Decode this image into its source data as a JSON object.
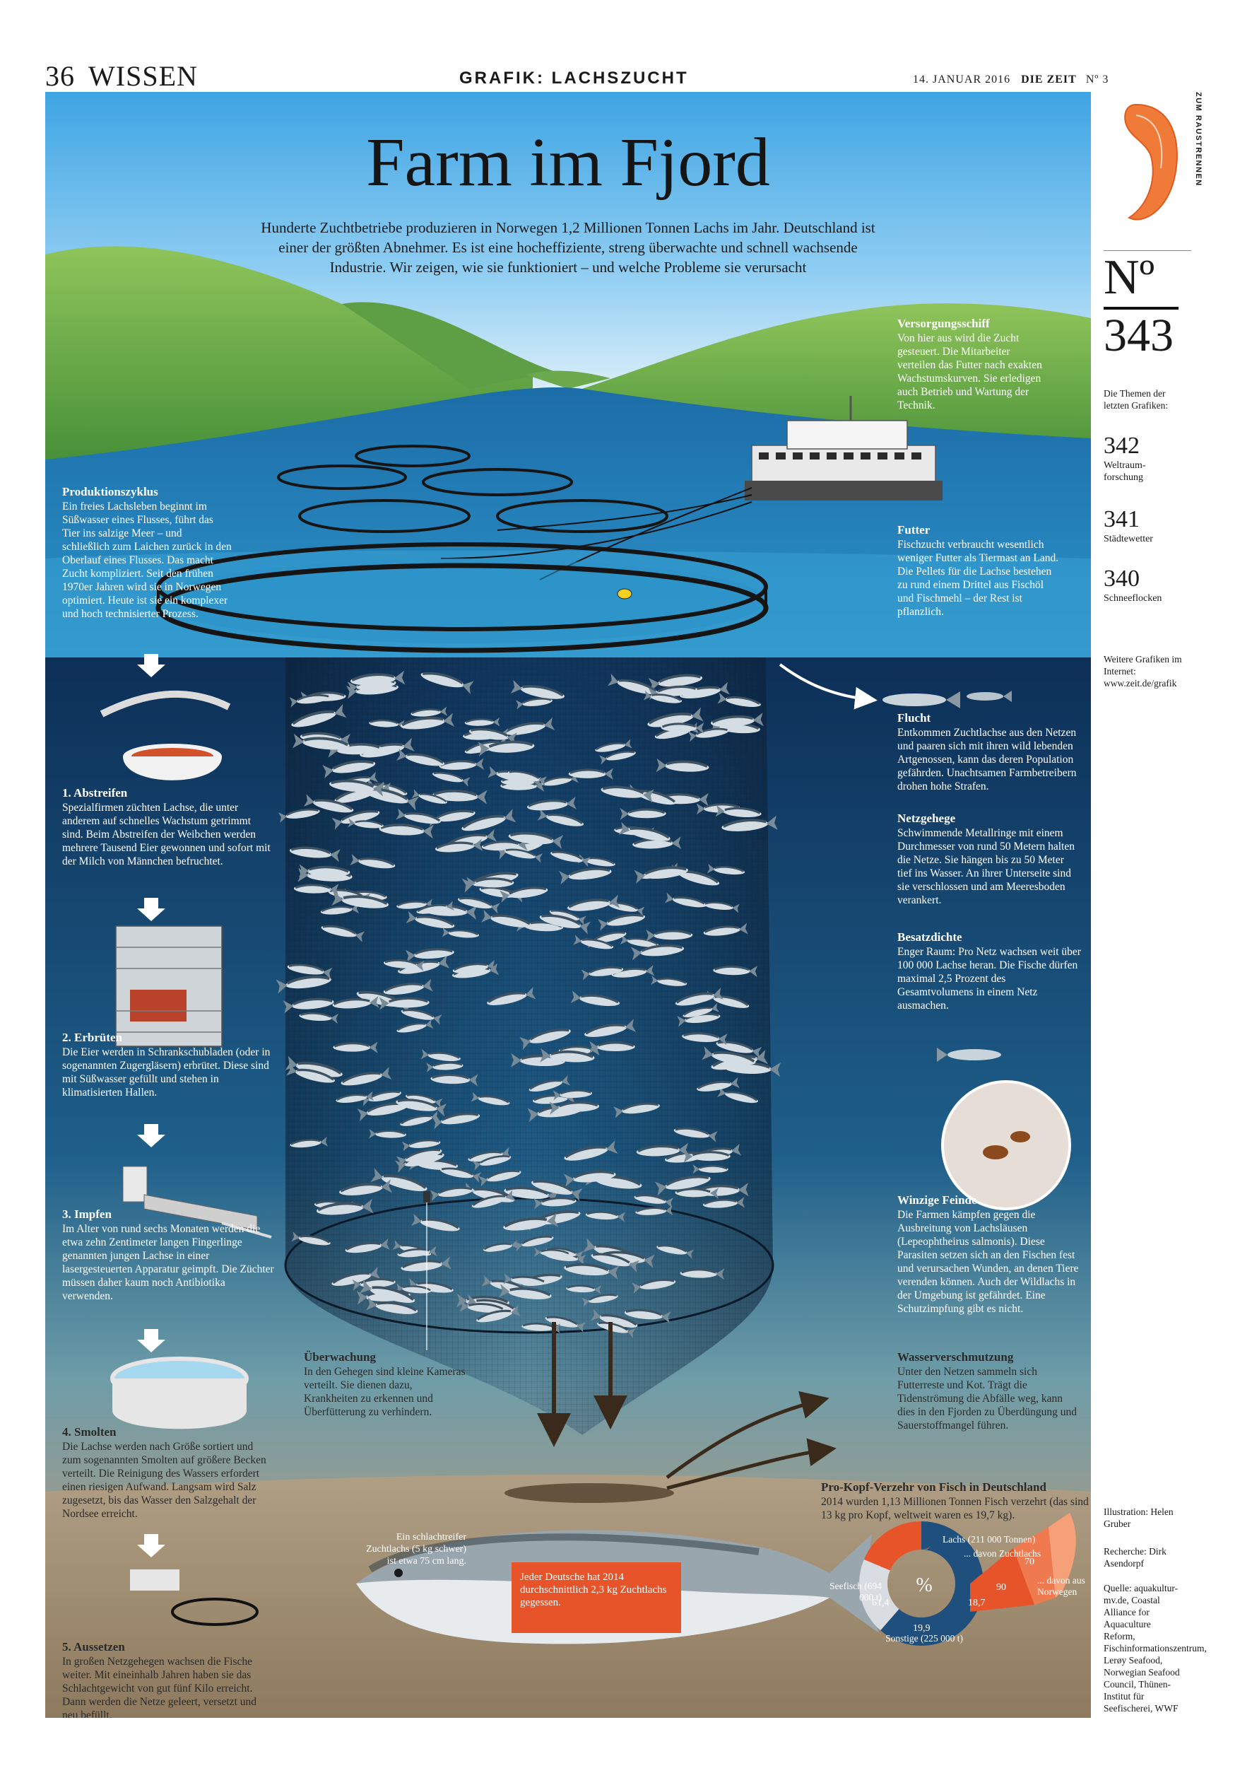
{
  "header": {
    "page": "36",
    "section": "WISSEN",
    "category": "GRAFIK: LACHSZUCHT",
    "date": "14. JANUAR 2016",
    "publication": "DIE ZEIT",
    "issue": "Nº 3"
  },
  "title": "Farm im Fjord",
  "intro": "Hunderte Zuchtbetriebe produzieren in Norwegen 1,2 Millionen Tonnen Lachs im Jahr. Deutschland ist einer der größten Abnehmer. Es ist eine hocheffiziente, streng überwachte und schnell wachsende Industrie. Wir zeigen, wie sie funktioniert – und welche Probleme sie verursacht",
  "sections": {
    "versorgung": {
      "title": "Versorgungsschiff",
      "text": "Von hier aus wird die Zucht gesteuert. Die Mitarbeiter verteilen das Futter nach exakten Wachstumskurven. Sie erledigen auch Betrieb und Wartung der Technik."
    },
    "futter": {
      "title": "Futter",
      "text": "Fischzucht verbraucht wesentlich weniger Futter als Tiermast an Land. Die Pellets für die Lachse bestehen zu rund einem Drittel aus Fischöl und Fischmehl – der Rest ist pflanzlich."
    },
    "produktion": {
      "title": "Produktionszyklus",
      "text": "Ein freies Lachsleben beginnt im Süßwasser eines Flusses, führt das Tier ins salzige Meer – und schließlich zum Laichen zurück in den Oberlauf eines Flusses. Das macht Zucht kompliziert. Seit den frühen 1970er Jahren wird sie in Norwegen optimiert. Heute ist sie ein komplexer und hoch technisierter Prozess."
    },
    "flucht": {
      "title": "Flucht",
      "text": "Entkommen Zuchtlachse aus den Netzen und paaren sich mit ihren wild lebenden Artgenossen, kann das deren Population gefährden. Unachtsamen Farmbetreibern drohen hohe Strafen."
    },
    "netz": {
      "title": "Netzgehege",
      "text": "Schwimmende Metallringe mit einem Durchmesser von rund 50 Metern halten die Netze. Sie hängen bis zu 50 Meter tief ins Wasser. An ihrer Unterseite sind sie verschlossen und am Meeresboden verankert."
    },
    "dichte": {
      "title": "Besatzdichte",
      "text": "Enger Raum: Pro Netz wachsen weit über 100 000 Lachse heran. Die Fische dürfen maximal 2,5 Prozent des Gesamtvolumens in einem Netz ausmachen."
    },
    "feinde": {
      "title": "Winzige Feinde",
      "text": "Die Farmen kämpfen gegen die Ausbreitung von Lachsläusen (Lepeophtheirus salmonis). Diese Parasiten setzen sich an den Fischen fest und verursachen Wunden, an denen Tiere verenden können. Auch der Wildlachs in der Umgebung ist gefährdet. Eine Schutzimpfung gibt es nicht."
    },
    "ueberwachung": {
      "title": "Überwachung",
      "text": "In den Gehegen sind kleine Kameras verteilt. Sie dienen dazu, Krankheiten zu erkennen und Überfütterung zu verhindern."
    },
    "wasser": {
      "title": "Wasserverschmutzung",
      "text": "Unter den Netzen sammeln sich Futterreste und Kot. Trägt die Tidenströmung die Abfälle weg, kann dies in den Fjorden zu Überdüngung und Sauerstoffmangel führen."
    }
  },
  "steps": [
    {
      "title": "1. Abstreifen",
      "text": "Spezialfirmen züchten Lachse, die unter anderem auf schnelles Wachstum getrimmt sind. Beim Abstreifen der Weibchen werden mehrere Tausend Eier gewonnen und sofort mit der Milch von Männchen befruchtet."
    },
    {
      "title": "2. Erbrüten",
      "text": "Die Eier werden in Schrankschubladen (oder in sogenannten Zugergläsern) erbrütet. Diese sind mit Süßwasser gefüllt und stehen in klimatisierten Hallen."
    },
    {
      "title": "3. Impfen",
      "text": "Im Alter von rund sechs Monaten werden die etwa zehn Zentimeter langen Fingerlinge genannten jungen Lachse in einer lasergesteuerten Apparatur geimpft. Die Züchter müssen daher kaum noch Antibiotika verwenden."
    },
    {
      "title": "4. Smolten",
      "text": "Die Lachse werden nach Größe sortiert und zum sogenannten Smolten auf größere Becken verteilt. Die Reinigung des Wassers erfordert einen riesigen Aufwand. Langsam wird Salz zugesetzt, bis das Wasser den Salzgehalt der Nordsee erreicht."
    },
    {
      "title": "5. Aussetzen",
      "text": "In großen Netzgehegen wachsen die Fische weiter. Mit eineinhalb Jahren haben sie das Schlachtgewicht von gut fünf Kilo erreicht. Dann werden die Netze geleert, versetzt und neu befüllt."
    }
  ],
  "salmon": {
    "label": "Ein schlachtreifer Zuchtlachs (5 kg schwer) ist etwa 75 cm lang.",
    "badge": "Jeder Deutsche hat 2014 durchschnittlich 2,3 kg Zuchtlachs gegessen."
  },
  "consumption": {
    "title": "Pro-Kopf-Verzehr von Fisch in Deutschland",
    "text": "2014 wurden 1,13 Millionen Tonnen Fisch verzehrt (das sind 13 kg pro Kopf, weltweit waren es 19,7 kg).",
    "center": "%",
    "labels": {
      "seefisch": "Seefisch (694 000 t)",
      "lachs": "Lachs (211 000 Tonnen)",
      "zucht": "... davon Zuchtlachs",
      "norwegen": "... davon aus Norwegen",
      "sonstige": "Sonstige (225 000 t)"
    },
    "values": {
      "seefisch": "61,4",
      "lachs": "18,7",
      "sonstige": "19,9",
      "zucht": "90",
      "norwegen": "70"
    }
  },
  "sidebar": {
    "vertical": "ZUM RAUSTRENNEN",
    "no": "Nº",
    "number": "343",
    "themes": "Die Themen der letzten Grafiken:",
    "items": [
      {
        "num": "342",
        "label": "Weltraum-forschung"
      },
      {
        "num": "341",
        "label": "Städtewetter"
      },
      {
        "num": "340",
        "label": "Schneeflocken"
      }
    ],
    "web": "Weitere Grafiken im Internet: www.zeit.de/grafik",
    "illustration": "Illustration: Helen Gruber",
    "research": "Recherche: Dirk Asendorpf",
    "sources": "Quelle: aquakultur-mv.de, Coastal Alliance for Aquaculture Reform, Fischinformationszentrum, Lerøy Seafood, Norwegian Seafood Council, Thünen-Institut für Seefischerei, WWF"
  }
}
